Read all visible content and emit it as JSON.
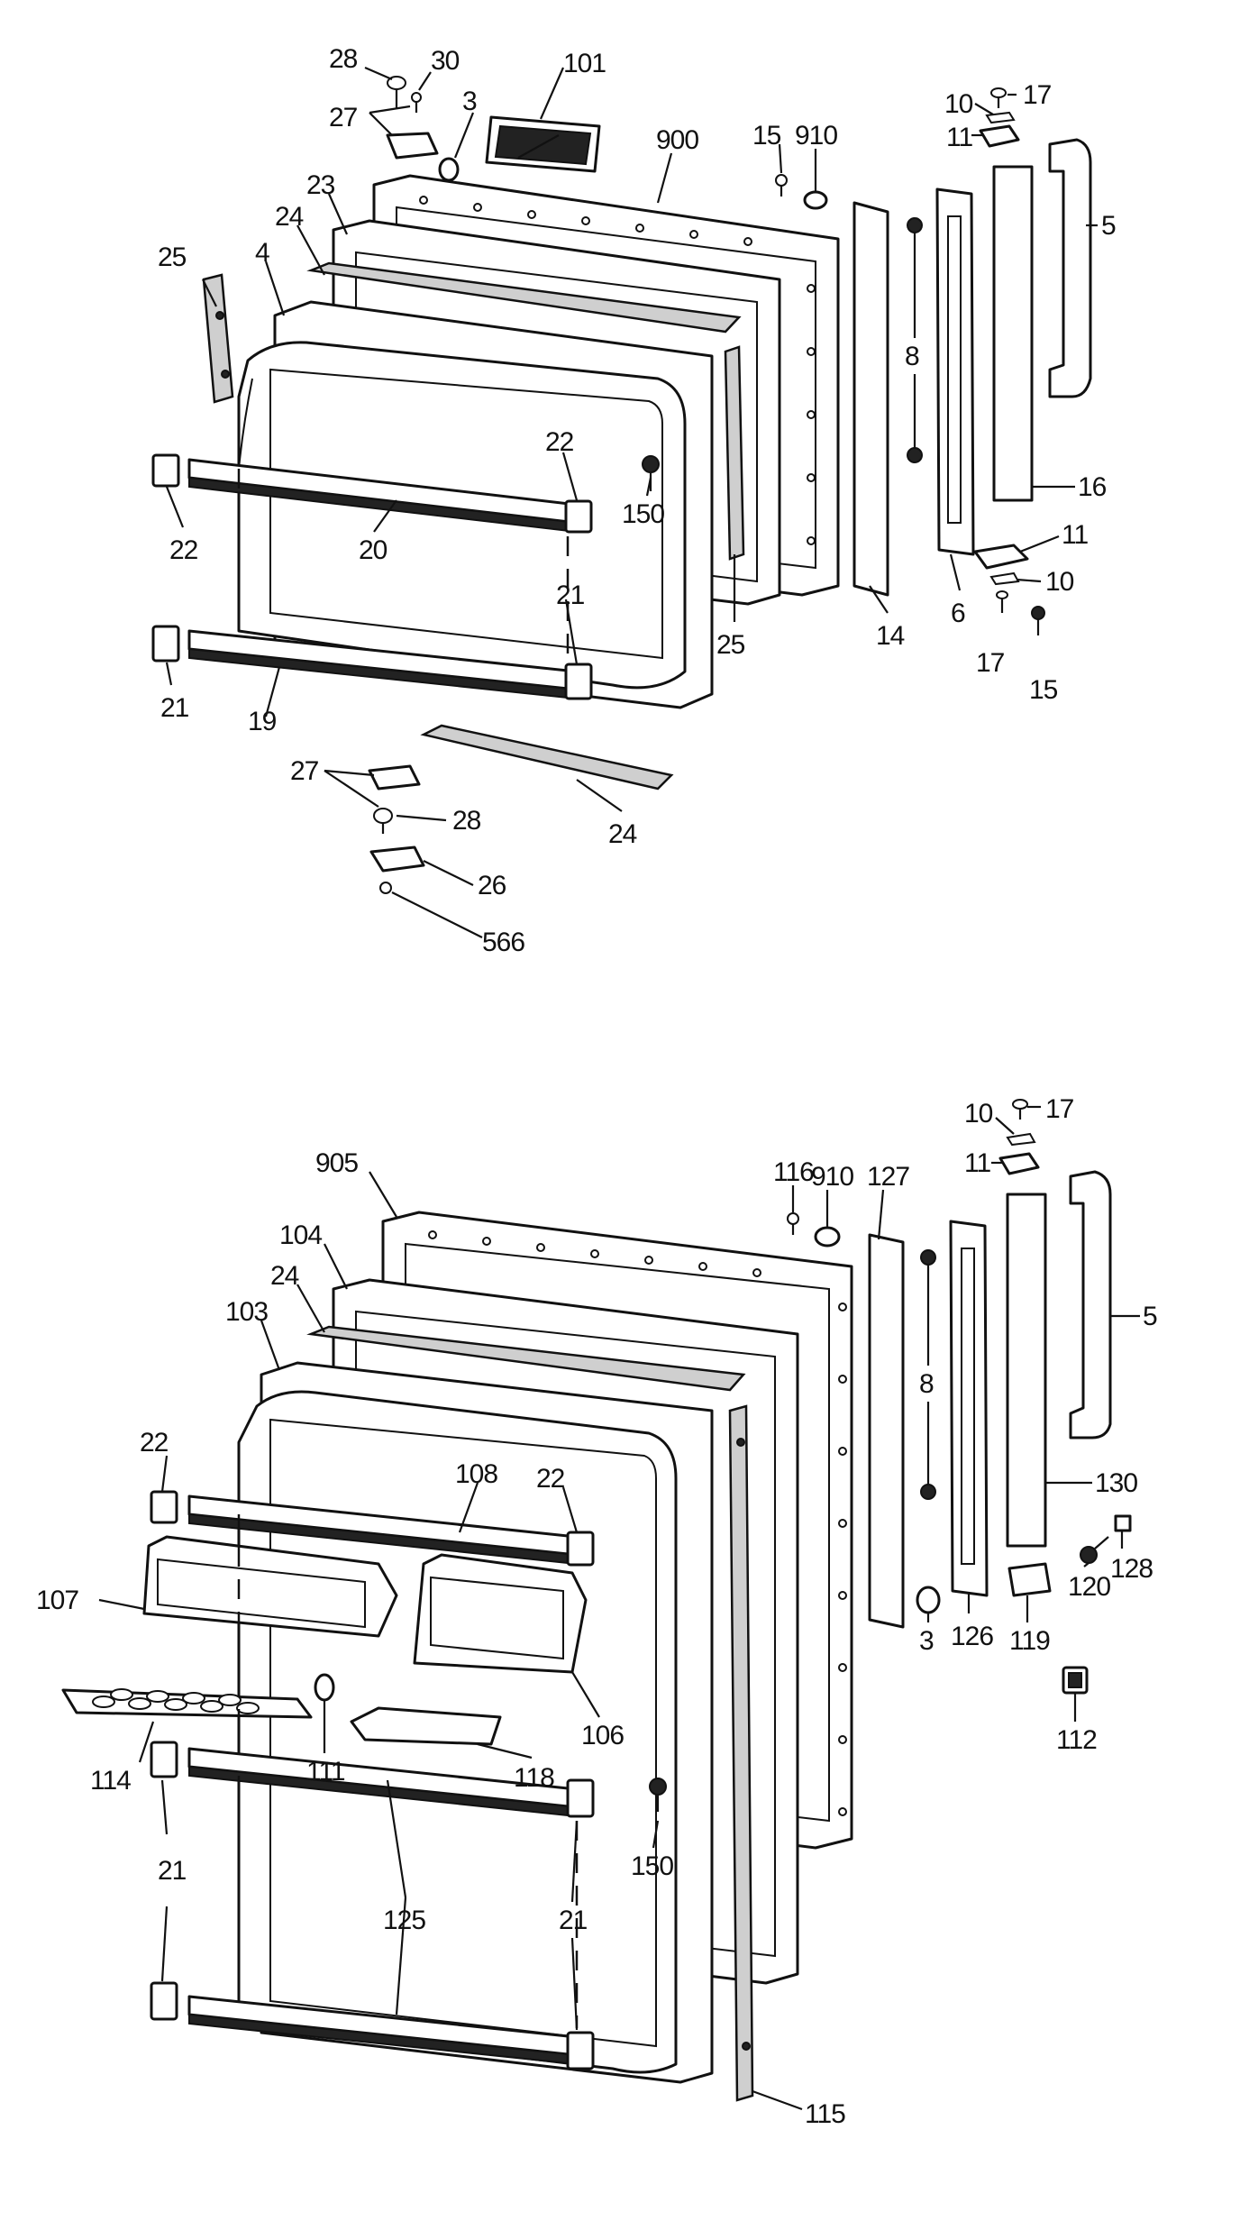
{
  "diagram": {
    "colors": {
      "ink": "#111111",
      "paper": "#ffffff",
      "gasket": "#cfcfcf"
    },
    "freezer_door_callouts": [
      "28",
      "30",
      "27",
      "3",
      "101",
      "900",
      "15",
      "910",
      "10",
      "17",
      "11",
      "5",
      "23",
      "24",
      "4",
      "25",
      "8",
      "22",
      "150",
      "16",
      "20",
      "21",
      "25",
      "14",
      "6",
      "11",
      "10",
      "17",
      "15",
      "19",
      "27",
      "28",
      "24",
      "26",
      "566"
    ],
    "fresh_food_door_callouts": [
      "116",
      "910",
      "127",
      "10",
      "17",
      "11",
      "905",
      "104",
      "24",
      "103",
      "5",
      "8",
      "22",
      "108",
      "22",
      "130",
      "107",
      "120",
      "128",
      "3",
      "126",
      "119",
      "106",
      "114",
      "111",
      "118",
      "112",
      "150",
      "21",
      "125",
      "21",
      "115"
    ]
  }
}
